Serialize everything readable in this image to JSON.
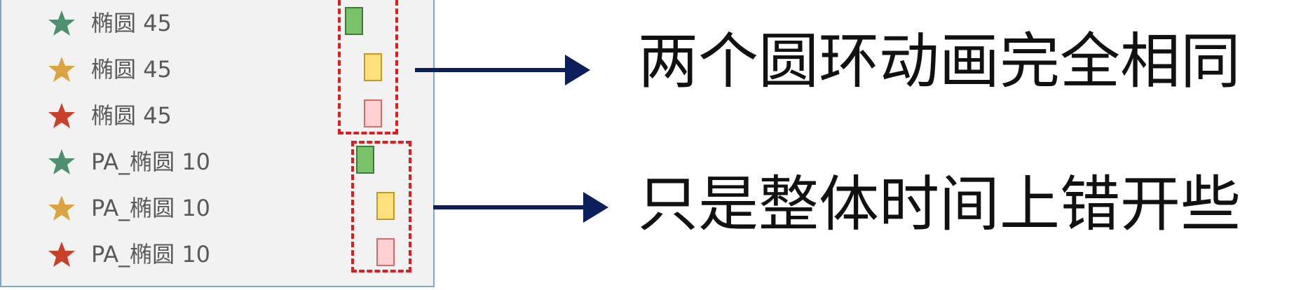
{
  "rows": [
    {
      "label": "椭圆 45",
      "star_color": "#4f8f6f",
      "bar_color": "#7ac36a",
      "bar_border": "#3e7b3a"
    },
    {
      "label": "椭圆 45",
      "star_color": "#d9a441",
      "bar_color": "#ffe07a",
      "bar_border": "#c49a22"
    },
    {
      "label": "椭圆 45",
      "star_color": "#c9412a",
      "bar_color": "#ffd1d1",
      "bar_border": "#d36b6b"
    },
    {
      "label": "PA_椭圆 10",
      "star_color": "#4f8f6f",
      "bar_color": "#7ac36a",
      "bar_border": "#3e7b3a"
    },
    {
      "label": "PA_椭圆 10",
      "star_color": "#d9a441",
      "bar_color": "#ffe07a",
      "bar_border": "#c49a22"
    },
    {
      "label": "PA_椭圆 10",
      "star_color": "#c9412a",
      "bar_color": "#ffd1d1",
      "bar_border": "#d36b6b"
    }
  ],
  "annotations": {
    "top_note": "两个圆环动画完全相同",
    "bottom_note": "只是整体时间上错开些"
  },
  "colors": {
    "dash": "#e21c1c",
    "arrow": "#0c1f5c"
  }
}
